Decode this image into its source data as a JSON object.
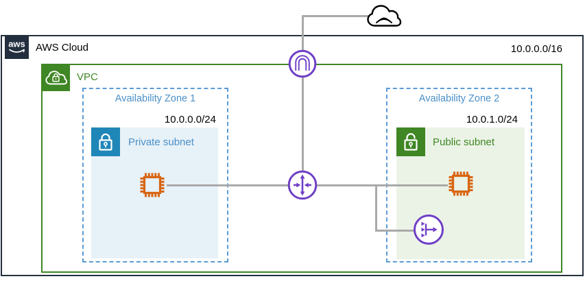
{
  "aws_cloud": {
    "label": "AWS Cloud",
    "cidr": "10.0.0.0/16",
    "logo_text": "aws"
  },
  "vpc": {
    "label": "VPC"
  },
  "availability_zone_1": {
    "label": "Availability Zone 1",
    "cidr": "10.0.0.0/24",
    "subnet": {
      "label": "Private subnet"
    }
  },
  "availability_zone_2": {
    "label": "Availability Zone 2",
    "cidr": "10.0.1.0/24",
    "subnet": {
      "label": "Public subnet"
    }
  },
  "nodes": {
    "internet": "internet-cloud-icon",
    "internet_gateway": "internet-gateway-icon",
    "vpc_router": "router-icon",
    "private_ec2": "ec2-instance-icon",
    "public_ec2": "ec2-instance-icon",
    "nat_gateway": "nat-gateway-icon",
    "vpc_group": "vpc-cloud-lock-icon",
    "private_subnet_group": "lock-closed-icon",
    "public_subnet_group": "lock-open-icon",
    "aws_group": "aws-logo"
  },
  "colors": {
    "aws_border": "#232F3E",
    "green": "#3F8624",
    "purple": "#6F3FC6",
    "orange": "#D86613",
    "az_dash_blue": "#5B9BD5",
    "label_blue": "#4A90C8",
    "private_icon_bg": "#1F86B8",
    "private_fill": "#E7F1F8",
    "public_fill": "#EBF3E6",
    "connector_gray": "#A9A9A9"
  }
}
